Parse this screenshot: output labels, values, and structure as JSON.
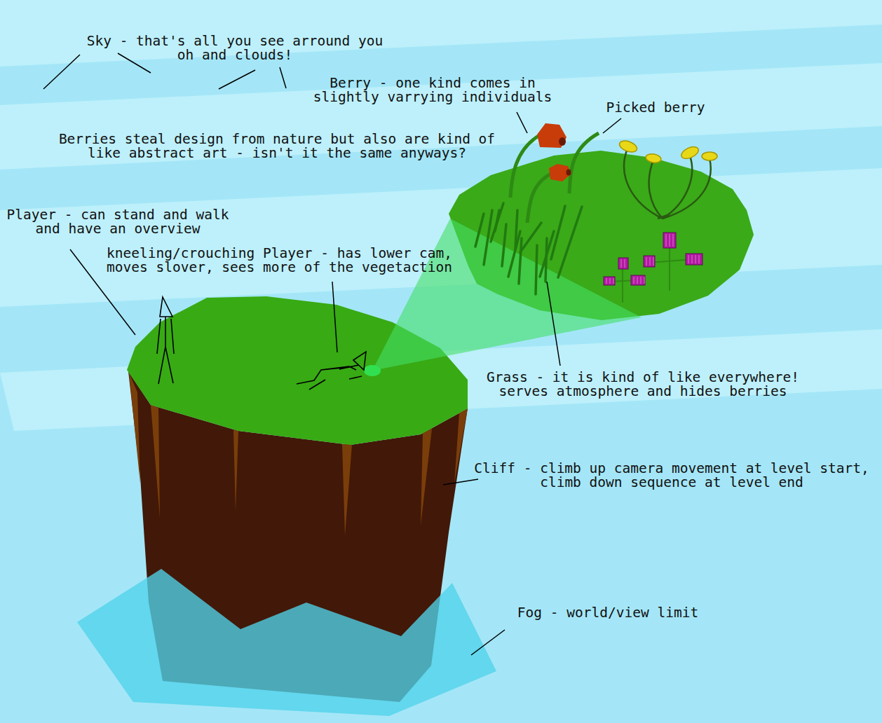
{
  "diagram": {
    "labels": [
      "Sky - that's all you see arround you oh and clouds!",
      "Berry - one kind comes in slightly varrying individuals",
      "Picked berry",
      "Berries steal design from nature but also are kind of like abstract art - isn't it the same anyways?",
      "Player - can stand and walk and have an overview",
      "kneeling/crouching Player - has lower cam, moves slover, sees more of the vegetaction",
      "Grass - it is kind of like everywhere! serves atmosphere and hides berries",
      "Cliff - climb up camera movement at level start, climb down sequence at level end",
      "Fog - world/view limit"
    ]
  }
}
